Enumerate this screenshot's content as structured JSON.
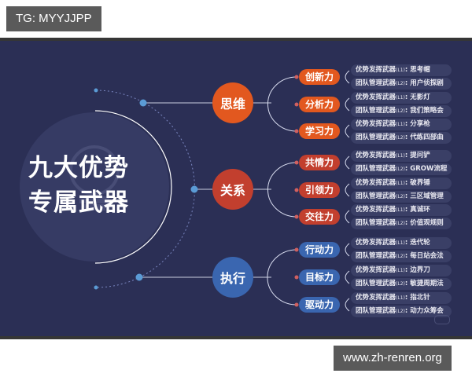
{
  "watermarks": {
    "top_left": "TG: MYYJJPP",
    "bottom_right": "www.zh-renren.org"
  },
  "hub": {
    "line1": "九大优势",
    "line2": "专属武器"
  },
  "colors": {
    "background": "#2b2f55",
    "thinking": "#e2581f",
    "relationship": "#c23f2e",
    "execution": "#3a66b0",
    "item_bg": "#3a3f66",
    "connector_dot": "#5b9bd5"
  },
  "groups": [
    {
      "title": "思维",
      "skills": [
        {
          "name": "创新力",
          "items": [
            {
              "label": "优势发挥武器",
              "level": "(L1)",
              "value": "思考帽"
            },
            {
              "label": "团队管理武器",
              "level": "(L2)",
              "value": "用户侦探剧"
            }
          ]
        },
        {
          "name": "分析力",
          "items": [
            {
              "label": "优势发挥武器",
              "level": "(L1)",
              "value": "无影灯"
            },
            {
              "label": "团队管理武器",
              "level": "(L2)",
              "value": "我们策略会"
            }
          ]
        },
        {
          "name": "学习力",
          "items": [
            {
              "label": "优势发挥武器",
              "level": "(L1)",
              "value": "分享枪"
            },
            {
              "label": "团队管理武器",
              "level": "(L2)",
              "value": "代练四部曲"
            }
          ]
        }
      ]
    },
    {
      "title": "关系",
      "skills": [
        {
          "name": "共情力",
          "items": [
            {
              "label": "优势发挥武器",
              "level": "(L1)",
              "value": "提问铲"
            },
            {
              "label": "团队管理武器",
              "level": "(L2)",
              "value": "GROW流程"
            }
          ]
        },
        {
          "name": "引领力",
          "items": [
            {
              "label": "优势发挥武器",
              "level": "(L1)",
              "value": "破界锤"
            },
            {
              "label": "团队管理武器",
              "level": "(L2)",
              "value": "三区域管理"
            }
          ]
        },
        {
          "name": "交往力",
          "items": [
            {
              "label": "优势发挥武器",
              "level": "(L1)",
              "value": "真诚环"
            },
            {
              "label": "团队管理武器",
              "level": "(L2)",
              "value": "价值观规则"
            }
          ]
        }
      ]
    },
    {
      "title": "执行",
      "skills": [
        {
          "name": "行动力",
          "items": [
            {
              "label": "优势发挥武器",
              "level": "(L1)",
              "value": "迭代轮"
            },
            {
              "label": "团队管理武器",
              "level": "(L2)",
              "value": "每日站会法"
            }
          ]
        },
        {
          "name": "目标力",
          "items": [
            {
              "label": "优势发挥武器",
              "level": "(L1)",
              "value": "边界刀"
            },
            {
              "label": "团队管理武器",
              "level": "(L2)",
              "value": "敏捷周期法"
            }
          ]
        },
        {
          "name": "驱动力",
          "items": [
            {
              "label": "优势发挥武器",
              "level": "(L1)",
              "value": "指北针"
            },
            {
              "label": "团队管理武器",
              "level": "(L2)",
              "value": "动力众筹会"
            }
          ]
        }
      ]
    }
  ]
}
